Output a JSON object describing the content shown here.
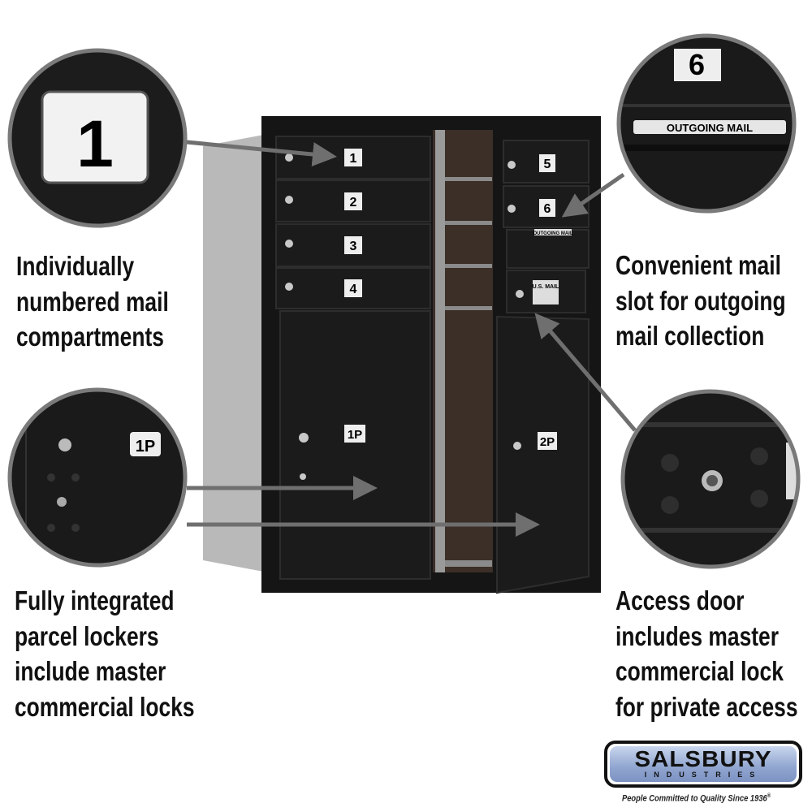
{
  "captions": {
    "top_left": [
      "Individually",
      "numbered mail",
      "compartments"
    ],
    "bottom_left": [
      "Fully integrated",
      "parcel lockers",
      "include master",
      "commercial locks"
    ],
    "top_right": [
      "Convenient mail",
      "slot for outgoing",
      "mail collection"
    ],
    "bottom_right": [
      "Access door",
      "includes master",
      "commercial lock",
      "for private access"
    ]
  },
  "compartments": [
    "1",
    "2",
    "3",
    "4",
    "5",
    "6"
  ],
  "parcel_lockers": [
    "1P",
    "2P"
  ],
  "outgoing_label": "OUTGOING MAIL",
  "usmail_label": "U.S. MAIL",
  "detail_callouts": {
    "number_tag": "1",
    "top_right_tag": "6",
    "top_right_slot_label": "OUTGOING MAIL",
    "parcel_tag": "1P"
  },
  "logo": {
    "name": "SALSBURY",
    "sub": "INDUSTRIES",
    "tagline": "People Committed to Quality Since 1936",
    "registered": "®"
  }
}
